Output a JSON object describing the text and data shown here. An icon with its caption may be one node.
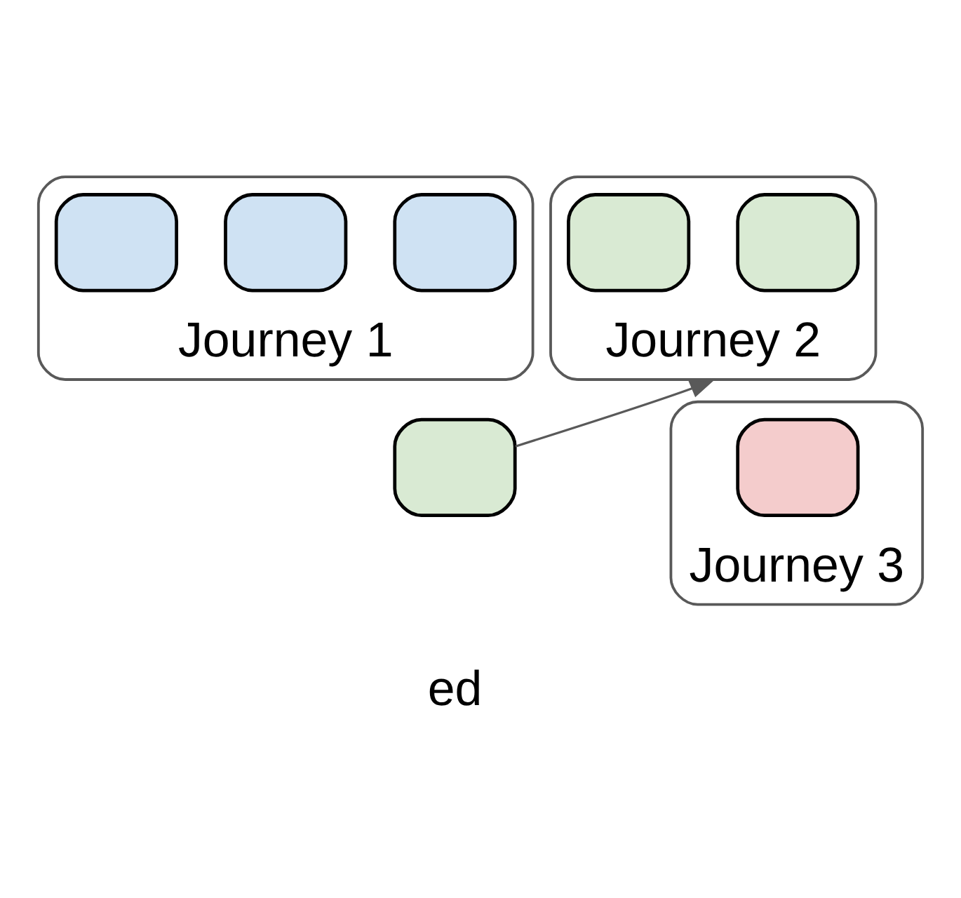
{
  "diagram": {
    "nodes": [
      {
        "text": [
          "Journey 1"
        ]
      },
      {
        "text": [],
        "shape": "box",
        "in": 0
      },
      {
        "text": [],
        "shape": "box",
        "in": 0
      },
      {
        "text": [],
        "shape": "box",
        "in": 0
      },
      {
        "text": [
          "Journey 2"
        ]
      },
      {
        "text": [],
        "shape": "box",
        "in": 4
      },
      {
        "text": [],
        "shape": "box",
        "in": 4
      },
      {
        "text": [],
        "shape": "box"
      },
      {
        "text": [
          "Journey 3"
        ]
      },
      {
        "text": [],
        "shape": "box",
        "in": 8
      }
    ],
    "edges": [
      {
        "from": 7,
        "to": 4,
        "arrow": "to"
      }
    ],
    "labels": [
      "ed"
    ]
  }
}
